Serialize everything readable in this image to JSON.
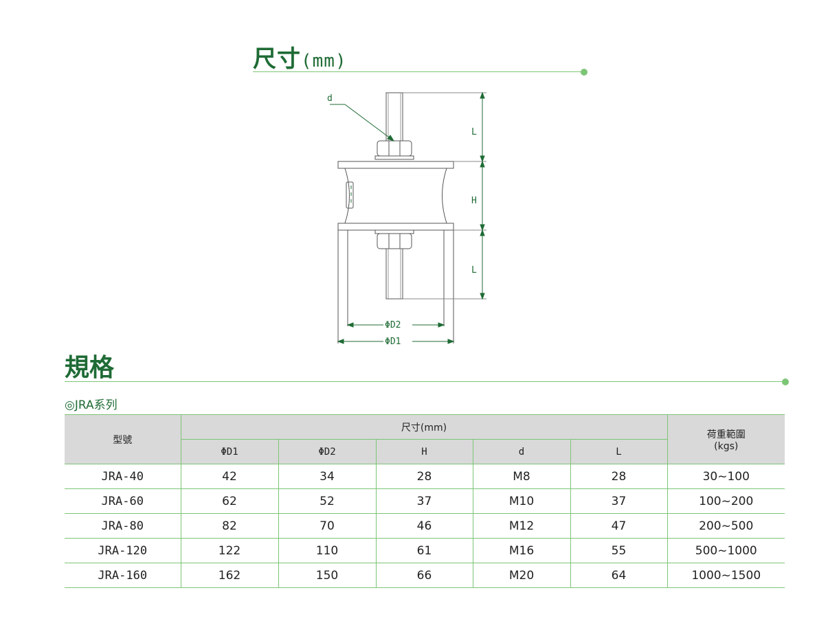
{
  "section_dimensions": {
    "title": "尺寸",
    "unit": "(mm)"
  },
  "drawing_labels": {
    "d": "d",
    "L_top": "L",
    "H": "H",
    "L_bottom": "L",
    "D2": "ΦD2",
    "D1": "ΦD1"
  },
  "section_spec": {
    "title": "規格",
    "series": "◎JRA系列"
  },
  "table": {
    "header_model": "型號",
    "header_dims": "尺寸(mm)",
    "header_load_line1": "荷重範圍",
    "header_load_line2": "(kgs)",
    "sub_headers": [
      "ΦD1",
      "ΦD2",
      "H",
      "d",
      "L"
    ],
    "rows": [
      [
        "JRA-40",
        "42",
        "34",
        "28",
        "M8",
        "28",
        "30~100"
      ],
      [
        "JRA-60",
        "62",
        "52",
        "37",
        "M10",
        "37",
        "100~200"
      ],
      [
        "JRA-80",
        "82",
        "70",
        "46",
        "M12",
        "47",
        "200~500"
      ],
      [
        "JRA-120",
        "122",
        "110",
        "61",
        "M16",
        "55",
        "500~1000"
      ],
      [
        "JRA-160",
        "162",
        "150",
        "66",
        "M20",
        "64",
        "1000~1500"
      ]
    ]
  },
  "colors": {
    "heading_green": "#1f6b35",
    "rule_green": "#7cc576",
    "header_gray": "#d9d9d9"
  }
}
